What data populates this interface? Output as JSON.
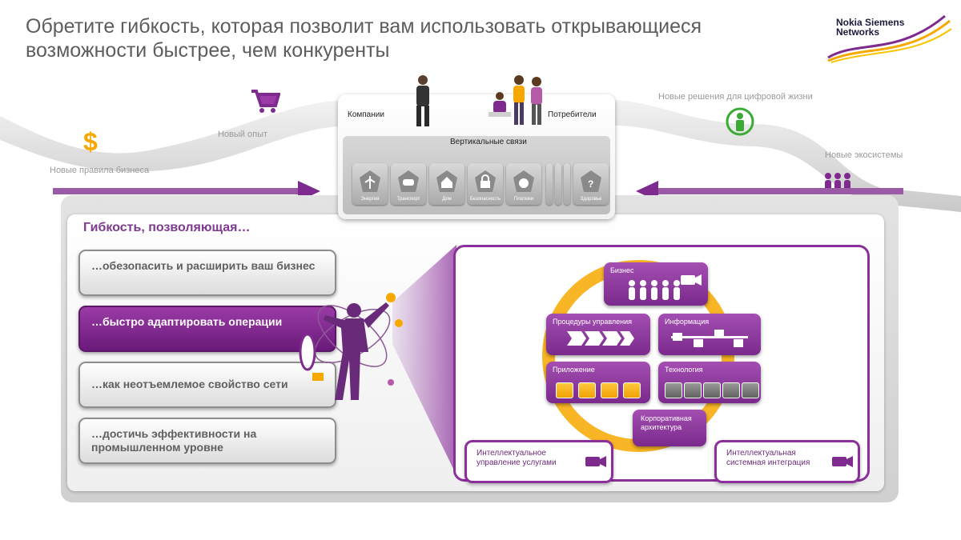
{
  "header": {
    "title_line1": "Обретите гибкость, которая позволит вам использовать открывающиеся",
    "title_line2": "возможности быстрее, чем конкуренты",
    "logo_line1": "Nokia Siemens",
    "logo_line2": "Networks"
  },
  "top_flow": {
    "rules": "Новые правила бизнеса",
    "experience": "Новый опыт",
    "digital_life": "Новые решения для цифровой жизни",
    "ecosystems": "Новые экосистемы"
  },
  "center_card": {
    "companies": "Компании",
    "consumers": "Потребители",
    "verticals_title": "Вертикальные связи",
    "verticals": [
      {
        "label": "Энергия",
        "icon": "wind-turbine-icon"
      },
      {
        "label": "Транспорт",
        "icon": "train-icon"
      },
      {
        "label": "Дом",
        "icon": "house-icon"
      },
      {
        "label": "Безопасность",
        "icon": "lock-icon"
      },
      {
        "label": "Платежи",
        "icon": "payment-icon"
      },
      {
        "label": "Здоровье",
        "icon": "health-icon"
      }
    ]
  },
  "flex": {
    "title": "Гибкость, позволяющая…",
    "items": [
      {
        "label": "…обезопасить и расширить ваш бизнес",
        "active": false
      },
      {
        "label": "…быстро адаптировать операции",
        "active": true
      },
      {
        "label": "…как неотъемлемое свойство сети",
        "active": false
      },
      {
        "label": "…достичь эффективности на промышленном уровне",
        "active": false
      }
    ]
  },
  "architecture": {
    "business": "Бизнес",
    "procedures": "Процедуры управления",
    "information": "Информация",
    "application": "Приложение",
    "technology": "Технология",
    "corporate_line1": "Корпоративная",
    "corporate_line2": "архитектура",
    "service_mgmt_line1": "Интеллектуальное",
    "service_mgmt_line2": "управление услугами",
    "system_integration_line1": "Интеллектуальная",
    "system_integration_line2": "системная интеграция"
  },
  "colors": {
    "accent_purple": "#7e2a8e",
    "orange": "#f7a800",
    "gray_text": "#5d5d5d"
  }
}
